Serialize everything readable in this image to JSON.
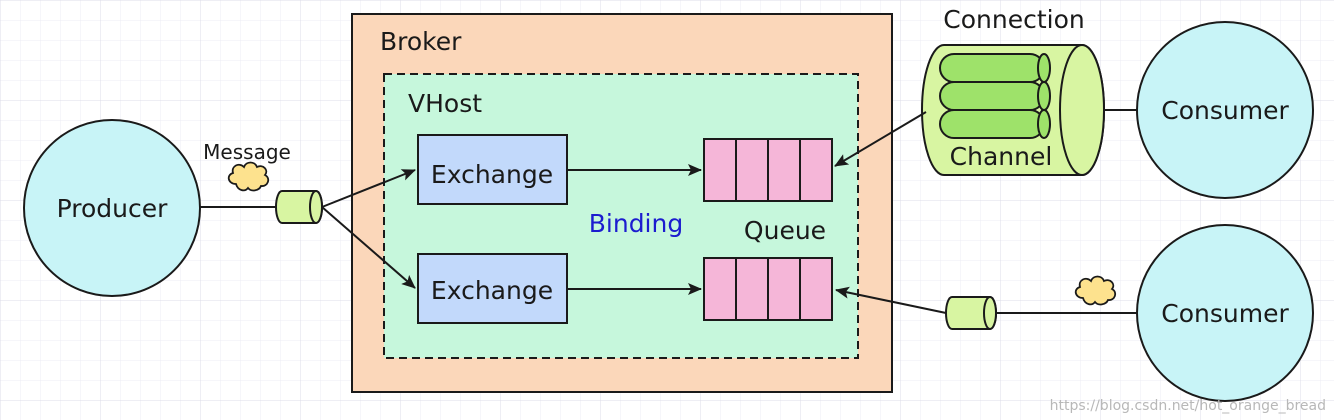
{
  "labels": {
    "producer": "Producer",
    "message": "Message",
    "broker": "Broker",
    "vhost": "VHost",
    "exchange_top": "Exchange",
    "exchange_bottom": "Exchange",
    "binding": "Binding",
    "queue": "Queue",
    "connection": "Connection",
    "channel": "Channel",
    "consumer_top": "Consumer",
    "consumer_bottom": "Consumer"
  },
  "watermark": "https://blog.csdn.net/hot_orange_bread",
  "colors": {
    "grid": "#e3e3ee",
    "circle_fill": "#c8f4f7",
    "broker_fill": "#fbd7ba",
    "vhost_fill": "#c6f7dc",
    "exchange_fill": "#c2d9fb",
    "queue_fill": "#f5b6d8",
    "pipe_fill": "#d8f5a2",
    "channel_fill": "#9ee26a",
    "cloud_fill": "#fde28e",
    "binding_text": "#1c1ccf",
    "stroke": "#1a1a1a"
  },
  "icons": {
    "message_cloud": "cloud-icon",
    "message_capsule": "capsule-icon"
  }
}
